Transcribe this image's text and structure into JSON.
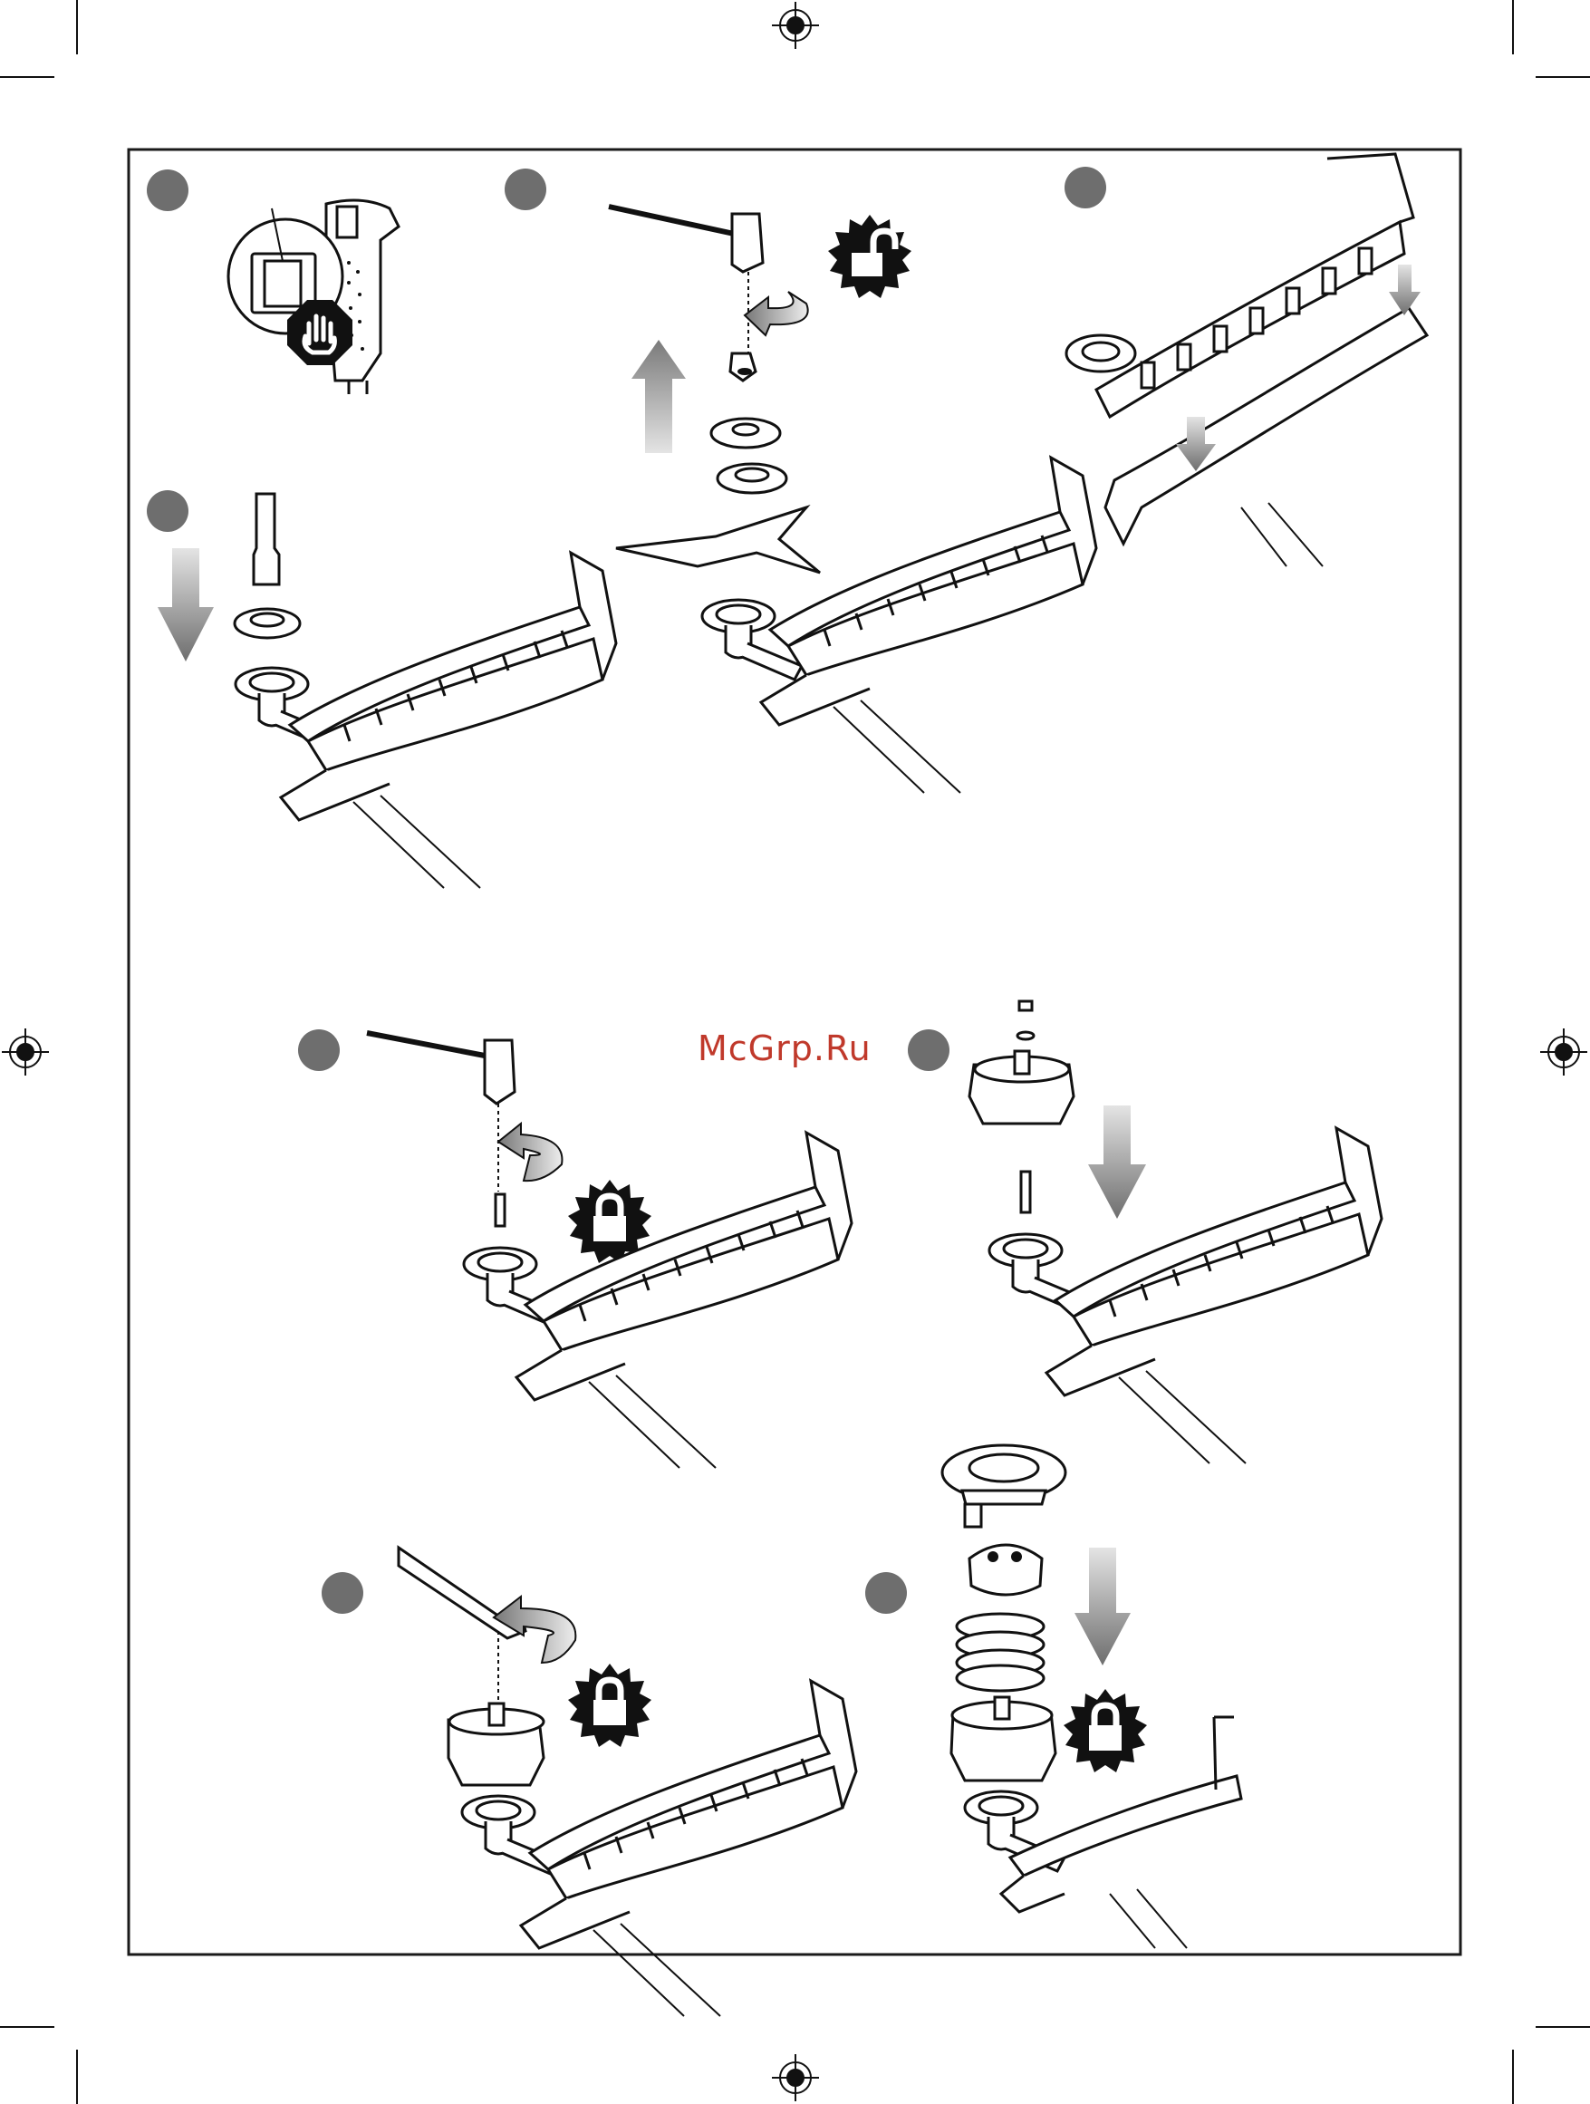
{
  "watermark": {
    "text": "McGrp.Ru"
  },
  "colors": {
    "frame": "#1a1a1a",
    "step_dot": "#6e6e6e",
    "watermark": "#c0392b",
    "arrow_gray": "#8a8a8a"
  },
  "steps": [
    {
      "id": "step-a",
      "icon": "power-switch-stop-icon"
    },
    {
      "id": "step-b",
      "icon": "unlock-icon"
    },
    {
      "id": "step-c",
      "icon": "guard-attach-icon"
    },
    {
      "id": "step-d",
      "icon": "arrow-down-icon"
    },
    {
      "id": "step-e",
      "icon": "lock-icon"
    },
    {
      "id": "step-f",
      "icon": "arrow-down-icon"
    },
    {
      "id": "step-g",
      "icon": "lock-icon"
    },
    {
      "id": "step-h",
      "icon": "lock-icon"
    }
  ]
}
